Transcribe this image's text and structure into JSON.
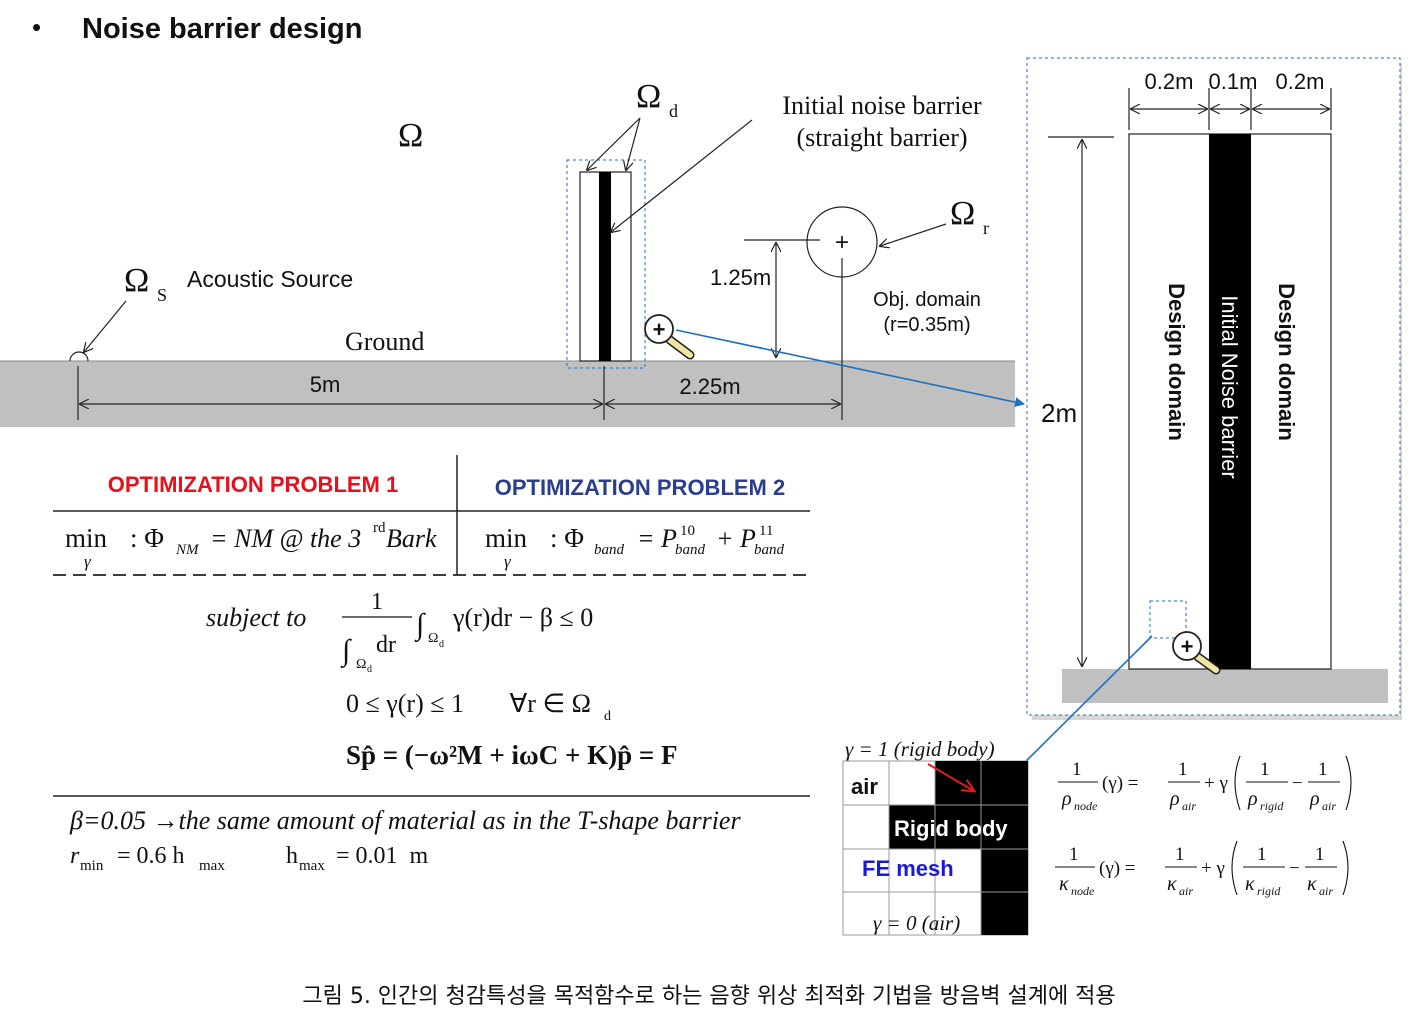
{
  "header": {
    "bullet": "•",
    "title": "Noise barrier design"
  },
  "scene": {
    "omega": "Ω",
    "omega_d": "Ω",
    "omega_d_sub": "d",
    "omega_s": "Ω",
    "omega_s_sub": "S",
    "omega_r": "Ω",
    "omega_r_sub": "r",
    "barrier_label_line1": "Initial noise barrier",
    "barrier_label_line2": "(straight barrier)",
    "source_label": "Acoustic Source",
    "ground_label": "Ground",
    "height_label": "1.25m",
    "obj_label_line1": "Obj. domain",
    "obj_label_line2": "(r=0.35m)",
    "dist_source": "5m",
    "dist_receiver": "2.25m"
  },
  "zoom_panel": {
    "width1": "0.2m",
    "width2": "0.1m",
    "width3": "0.2m",
    "height": "2m",
    "left_domain": "Design domain",
    "center_domain": "Initial Noise barrier",
    "right_domain": "Design domain"
  },
  "optimization": {
    "problem1_title": "OPTIMIZATION PROBLEM  1",
    "problem2_title": "OPTIMIZATION PROBLEM  2",
    "p1_min": "min",
    "p1_sub": "γ",
    "p1_phi": ": Φ",
    "p1_phi_sub": "NM",
    "p1_rhs": "= NM @ the 3",
    "p1_rd": "rd",
    "p1_bark": " Bark",
    "p2_min": "min",
    "p2_sub": "γ",
    "p2_phi": ": Φ",
    "p2_phi_sub": "band",
    "p2_eq": "= P",
    "p2_p10": "10",
    "p2_band1": "band",
    "p2_plus": "+ P",
    "p2_p11": "11",
    "p2_band2": "band",
    "subject_to": "subject to",
    "c1_num": "1",
    "c1_den": "∫",
    "c1_den_sub": "Ω",
    "c1_den_subsub": "d",
    "c1_den_dr": " dr",
    "c1_int": "∫",
    "c1_int_sub": "Ω",
    "c1_int_subsub": "d",
    "c1_body": "γ(r)dr − β ≤ 0",
    "c2": "0 ≤ γ(r) ≤ 1       ∀r ∈ Ω",
    "c2_sub": "d",
    "c3": "Sp̂ = (−ω²M + iωC + K)p̂ = F",
    "beta_line": "β=0.05 →the same amount of material as in the T-shape barrier",
    "rmin_line_a": "r",
    "rmin_sub": "min",
    "rmin_line_b": " = 0.6 h",
    "hmax_sub1": "max",
    "hmax_a": "h",
    "hmax_sub2": "max",
    "hmax_b": " = 0.01  m"
  },
  "mesh": {
    "gamma1": "γ = 1 (rigid body)",
    "air": "air",
    "rigid": "Rigid body",
    "fe_mesh": "FE mesh",
    "gamma0": "γ = 0 (air)"
  },
  "interpolation": {
    "rho_eq": [
      "1",
      "ρ",
      "node",
      "(γ) =",
      "1",
      "ρ",
      "air",
      "+ γ",
      "1",
      "ρ",
      "rigid",
      "−",
      "1",
      "ρ",
      "air"
    ],
    "kappa_eq": [
      "1",
      "κ",
      "node",
      "(γ) =",
      "1",
      "κ",
      "air",
      "+ γ",
      "1",
      "κ",
      "rigid",
      "−",
      "1",
      "κ",
      "air"
    ]
  },
  "caption": "그림 5. 인간의 청감특성을 목적함수로 하는 음향 위상 최적화 기법을 방음벽 설계에 적용",
  "colors": {
    "problem1": "#e8101a",
    "problem2": "#2b3d8f",
    "ground": "#c0c0c0",
    "leader": "#1f6fbf",
    "fe_mesh": "#1a1ad6"
  }
}
